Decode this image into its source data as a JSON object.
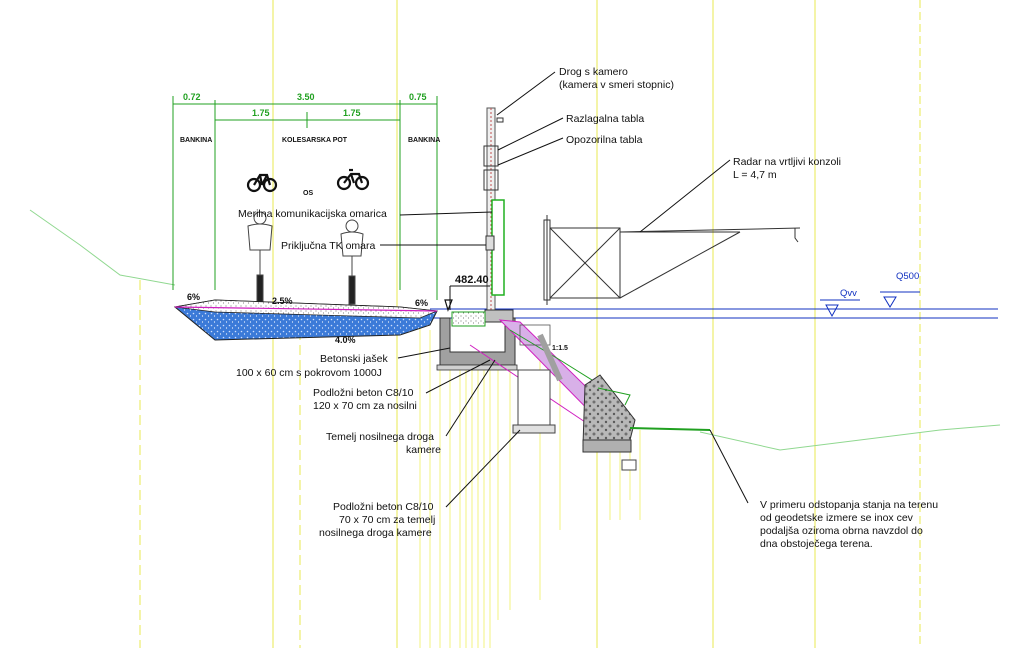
{
  "colors": {
    "dimension": "#20a020",
    "yellow_lines": "#e8e850",
    "water": "#1030c0",
    "terrain": "#90d890",
    "paving": "#3070d0",
    "magenta": "#d020c0",
    "concrete": "#909090"
  },
  "dimensions": {
    "total": "3.50",
    "left_shoulder": "0.72",
    "right_shoulder": "0.75",
    "lane_left": "1.75",
    "lane_right": "1.75"
  },
  "section_labels": {
    "left_shoulder": "BANKINA",
    "path": "KOLESARSKA POT",
    "right_shoulder": "BANKINA",
    "or": "OS"
  },
  "icons": [
    "bicycle-icon",
    "bicycle-icon",
    "cyclist-icon",
    "cyclist-icon"
  ],
  "slopes": {
    "left": "6%",
    "center": "2.5%",
    "right": "6%",
    "base": "4.0%",
    "embankment": "1:1.5"
  },
  "elevation": "482.40",
  "water_levels": {
    "qvv": "Qvv",
    "q500": "Q500"
  },
  "callouts": {
    "pole_camera_1": "Drog s kamero",
    "pole_camera_2": "(kamera v smeri stopnic)",
    "info_sign": "Razlagalna tabla",
    "warning_sign": "Opozorilna tabla",
    "radar_1": "Radar na vrtljivi konzoli",
    "radar_2": "L = 4,7 m",
    "measuring_cabinet": "Merilna komunikacijska omarica",
    "tk_cabinet": "Priključna TK omara",
    "shaft_1": "Betonski jašek",
    "shaft_2": "100 x 60 cm s pokrovom 1000J",
    "base_concrete_1": "Podložni beton C8/10",
    "base_concrete_2": "120 x 70 cm za nosilni",
    "foundation_1": "Temelj nosilnega droga",
    "foundation_2": "kamere",
    "base_pole_1": "Podložni beton C8/10",
    "base_pole_2": "70 x 70 cm za temelj",
    "base_pole_3": "nosilnega droga kamere",
    "note_1": "V primeru odstopanja stanja na terenu",
    "note_2": "od geodetske izmere se inox cev",
    "note_3": "podaljša oziroma obrna navzdol do",
    "note_4": "dna obstoječega terena."
  }
}
